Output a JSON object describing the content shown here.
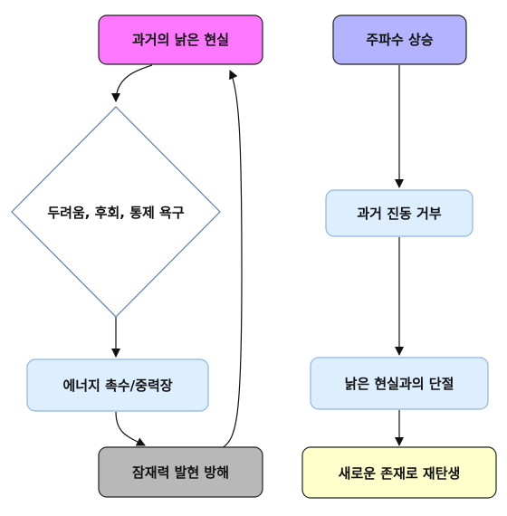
{
  "colors": {
    "magenta_fill": "#ff77ff",
    "lavender_fill": "#b3b3ff",
    "pale_blue_fill": "#ddeeff",
    "pale_blue_stroke": "#8fb4e0",
    "gray_fill": "#b8b8b8",
    "yellow_fill": "#ffffcc",
    "diamond_stroke": "#5b7fb5",
    "dark_stroke": "#222222"
  },
  "nodes": {
    "past_old_reality": "과거의 낡은 현실",
    "fear_regret_control": "두려움, 후회, 통제 욕구",
    "energy_absorb": "에너지 촉수/중력장",
    "hinder_potential": "잠재력 발현 방해",
    "frequency_rise": "주파수 상승",
    "refuse_past": "과거 진동 거부",
    "cut_old_reality": "낡은 현실과의 단절",
    "rebirth": "새로운 존재로 재탄생"
  }
}
